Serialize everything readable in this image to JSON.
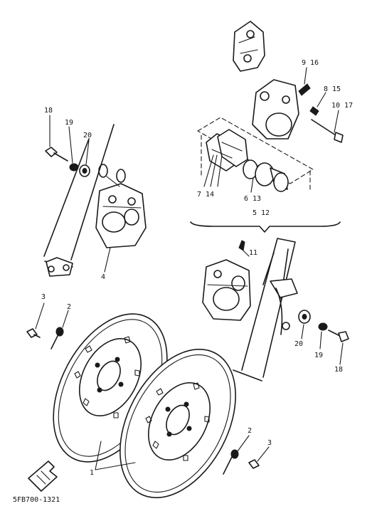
{
  "diagram_code": "5FB700-1321",
  "callouts": {
    "c1": "1",
    "c2a": "2",
    "c2b": "2",
    "c3a": "3",
    "c3b": "3",
    "c4": "4",
    "c5_12": "5 12",
    "c6_13": "6 13",
    "c7_14": "7 14",
    "c8_15": "8 15",
    "c9_16": "9 16",
    "c10_17": "10 17",
    "c11": "11",
    "c18a": "18",
    "c18b": "18",
    "c19a": "19",
    "c19b": "19",
    "c20a": "20",
    "c20b": "20"
  }
}
